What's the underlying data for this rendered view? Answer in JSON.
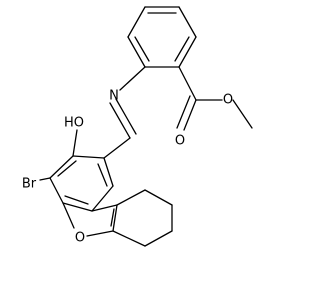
{
  "atoms": [
    {
      "id": "N",
      "label": "N"
    },
    {
      "id": "O_carbonyl",
      "label": "O"
    },
    {
      "id": "O_ester",
      "label": "O"
    },
    {
      "id": "OH",
      "label": "HO"
    },
    {
      "id": "Br",
      "label": "Br"
    },
    {
      "id": "O_furan",
      "label": "O"
    }
  ]
}
